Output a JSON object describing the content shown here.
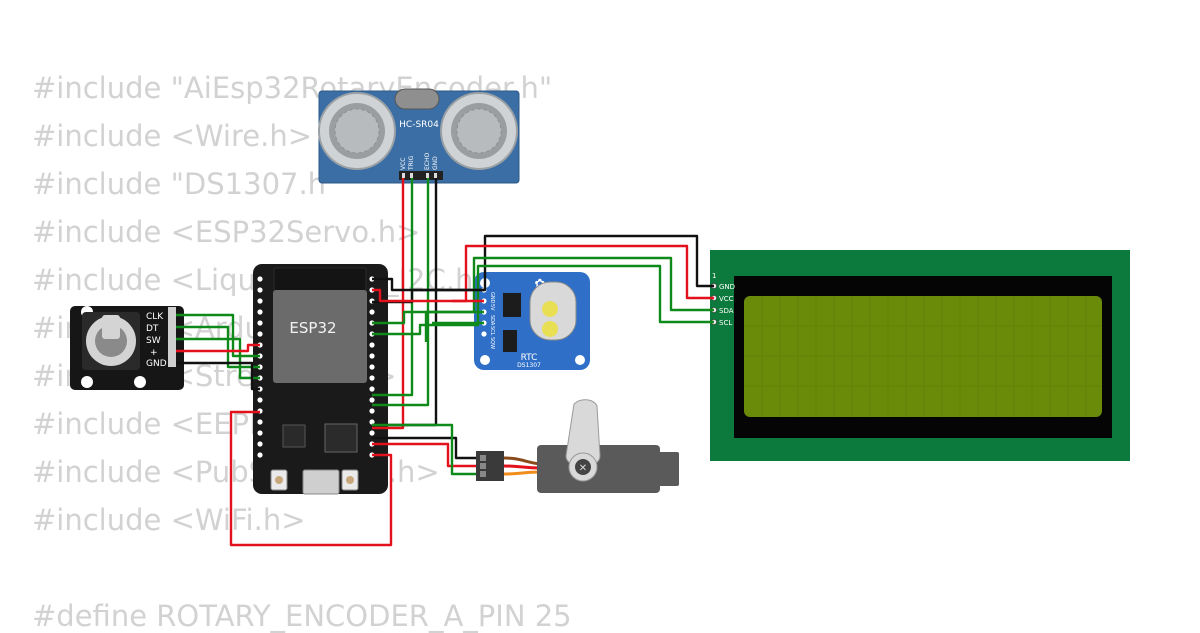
{
  "code_lines": [
    "#include \"AiEsp32RotaryEncoder.h\"",
    "#include <Wire.h>",
    "#include \"DS1307.h\"",
    "#include <ESP32Servo.h>",
    "#include <LiquidCrystal_I2C.h>",
    "#include <Arduino.h>",
    "#include <Streaming.h>",
    "#include <EEPROM.h>",
    "#include <PubSubClient.h>",
    "#include <WiFi.h>",
    "",
    "#define ROTARY_ENCODER_A_PIN 25"
  ],
  "components": {
    "esp32": {
      "label": "ESP32"
    },
    "ultrasonic": {
      "label": "HC-SR04",
      "pins": [
        "VCC",
        "TRIG",
        "ECHO",
        "GND"
      ]
    },
    "encoder": {
      "pins": [
        "CLK",
        "DT",
        "SW",
        "+",
        "GND"
      ]
    },
    "rtc": {
      "label": "RTC",
      "sublabel": "DS1307",
      "pins": [
        "GND",
        "5V",
        "SDA",
        "SCL",
        "SQW"
      ]
    },
    "lcd": {
      "pin1_label": "1",
      "pins": [
        "GND",
        "VCC",
        "SDA",
        "SCL"
      ]
    },
    "servo": {}
  },
  "colors": {
    "wire_red": "#e3111b",
    "wire_green": "#0f8a1a",
    "wire_black": "#111111",
    "lcd_pcb": "#0c7a3c",
    "lcd_screen": "#6a8a0a",
    "esp32_board": "#1a1a1a",
    "sensor_board": "#3b6ea5",
    "rtc_board": "#2f6fc7"
  }
}
